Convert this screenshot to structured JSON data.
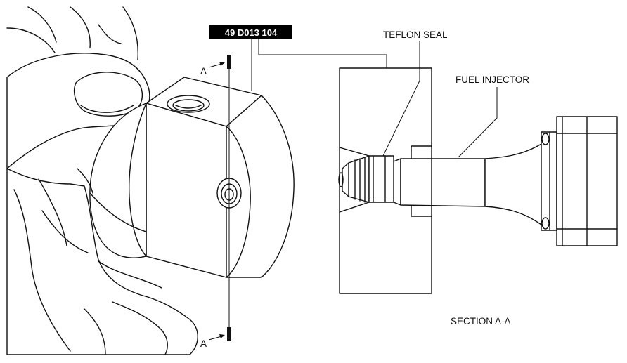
{
  "tool_number": "49 D013 104",
  "labels": {
    "teflon_seal": "TEFLON SEAL",
    "fuel_injector": "FUEL INJECTOR",
    "section": "SECTION A-A",
    "section_mark_top": "A",
    "section_mark_bottom": "A"
  },
  "colors": {
    "line": "#111111",
    "tag_background": "#000000",
    "tag_text": "#ffffff"
  }
}
